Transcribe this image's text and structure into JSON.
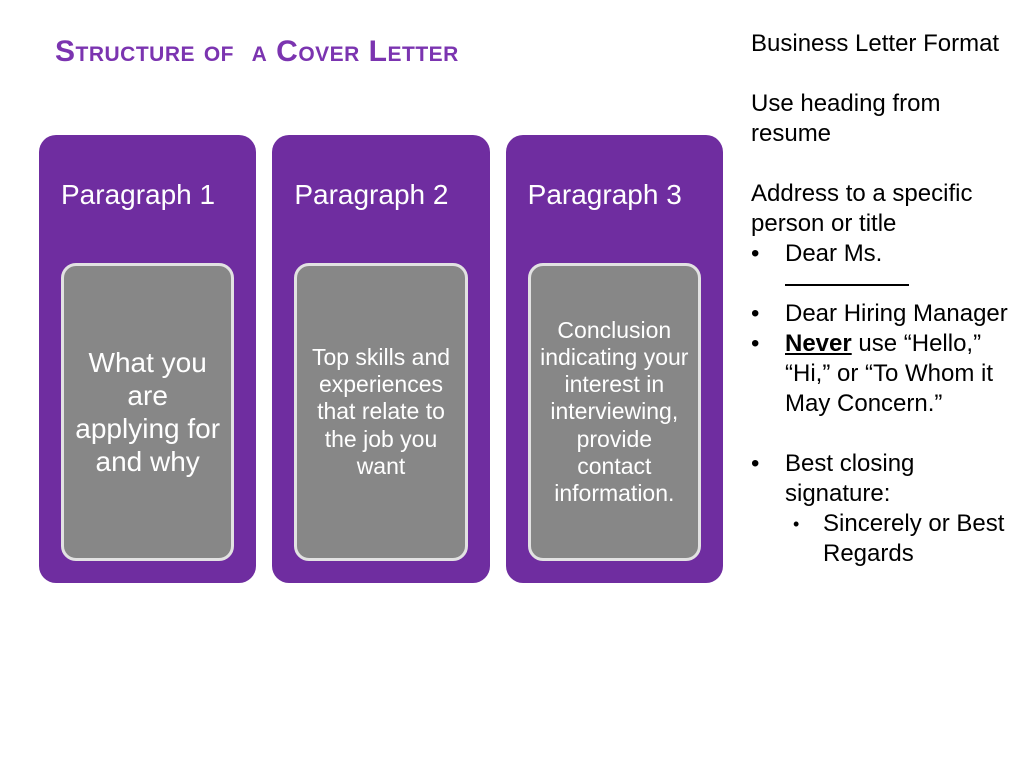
{
  "slide": {
    "title": "Structure of  a Cover Letter",
    "title_color": "#7B34B0",
    "card_color": "#6F2DA0",
    "inner_color": "#878787"
  },
  "cards": [
    {
      "label": "Paragraph 1",
      "text": "What you are applying for and why"
    },
    {
      "label": "Paragraph 2",
      "text": "Top skills and experiences that relate to the job you want"
    },
    {
      "label": "Paragraph 3",
      "text": "Conclusion indicating your interest in interviewing, provide contact information."
    }
  ],
  "notes": {
    "heading1": "Business Letter Format",
    "heading2": "Use heading from resume",
    "heading3": "Address to a specific person or title",
    "bullet1": "Dear Ms.",
    "bullet1_blank": "__________",
    "bullet2": "Dear Hiring Manager",
    "bullet3_emphasis": "Never",
    "bullet3_rest": " use “Hello,” “Hi,” or “To Whom it May Concern.”",
    "bullet4": "Best closing signature:",
    "subbullet1": "Sincerely or Best Regards",
    "bullet_glyph": "•"
  }
}
